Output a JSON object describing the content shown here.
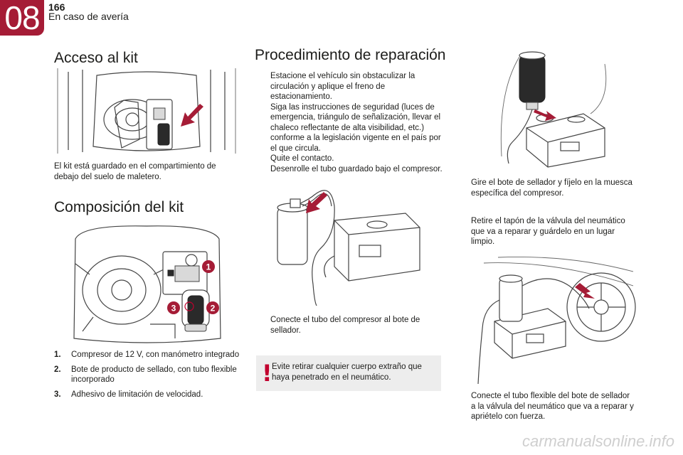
{
  "header": {
    "chapter": "08",
    "page_number": "166",
    "section": "En caso de avería"
  },
  "acceso": {
    "title": "Acceso al kit",
    "text": "El kit está guardado en el compartimiento de debajo del suelo de maletero."
  },
  "composicion": {
    "title": "Composición del kit",
    "callouts": [
      "1",
      "2",
      "3"
    ],
    "items": [
      {
        "num": "1.",
        "text": "Compresor de 12 V, con manómetro integrado"
      },
      {
        "num": "2.",
        "text": "Bote de producto de sellado, con tubo flexible incorporado"
      },
      {
        "num": "3.",
        "text": "Adhesivo de limitación de velocidad."
      }
    ]
  },
  "procedimiento": {
    "title": "Procedimiento de reparación",
    "bullet_glyph": "",
    "steps_a": [
      "Estacione el vehículo sin obstaculizar la circulación y aplique el freno de estacionamiento.",
      "Siga las instrucciones de seguridad (luces de emergencia, triángulo de señalización, llevar el chaleco reflectante de alta visibilidad, etc.) conforme a la legislación vigente en el país por el que circula.",
      "Quite el contacto.",
      "Desenrolle el tubo guardado bajo el compresor."
    ],
    "step_connect": "Conecte el tubo del compresor al bote de sellador.",
    "warning": {
      "icon": "!",
      "text": "Evite retirar cualquier cuerpo extraño que haya penetrado en el neumático."
    },
    "step_turn": "Gire el bote de sellador y fíjelo en la muesca específica del compresor.",
    "step_cap": "Retire el tapón de la válvula del neumático que va a reparar y guárdelo en un lugar limpio.",
    "step_final": "Conecte el tubo flexible del bote de sellador a la válvula del neumático que va a reparar y apriételo con fuerza."
  },
  "colors": {
    "chapter_tab": "#a51c36",
    "warning_bg": "#ededed",
    "warning_mark": "#c2002f",
    "arrow": "#a51c36"
  },
  "watermark": "carmanualsonline.info"
}
